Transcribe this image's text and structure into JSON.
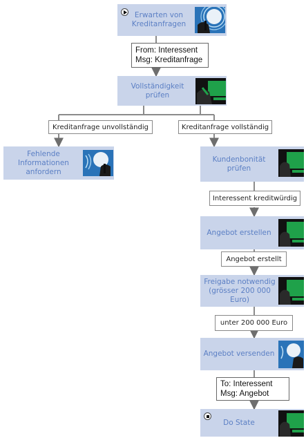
{
  "nodes": {
    "wait": {
      "label": "Erwarten von Kreditanfragen",
      "icon": "receive-icon"
    },
    "check": {
      "label": "Vollständigkeit prüfen",
      "icon": "function-icon"
    },
    "missing": {
      "label": "Fehlende Informationen anfordern",
      "icon": "send-icon"
    },
    "credit": {
      "label": "Kundenbonität prüfen",
      "icon": "function-icon"
    },
    "offer": {
      "label": "Angebot erstellen",
      "icon": "function-icon"
    },
    "approval": {
      "label": "Freigabe notwendig (grösser 200 000 Euro)",
      "icon": "function-icon"
    },
    "sendoffer": {
      "label": "Angebot versenden",
      "icon": "send-icon"
    },
    "done": {
      "label": "Do State",
      "icon": "function-icon"
    }
  },
  "messages": {
    "incoming": {
      "line1": "From: Interessent",
      "line2": "Msg: Kreditanfrage"
    },
    "outgoing": {
      "line1": "To: Interessent",
      "line2": "Msg: Angebot"
    }
  },
  "conditions": {
    "incomplete": "Kreditanfrage unvollständig",
    "complete": "Kreditanfrage vollständig",
    "creditworthy": "Interessent kreditwürdig",
    "offer_created": "Angebot erstellt",
    "below_limit": "unter 200 000 Euro"
  },
  "colors": {
    "node_fill": "#c9d4ea",
    "node_text": "#5b7fc4",
    "icon_bg": "#1a1a1a",
    "function_green": "#1fa14a",
    "send_blue": "#3a86c8",
    "connector": "#777777"
  }
}
